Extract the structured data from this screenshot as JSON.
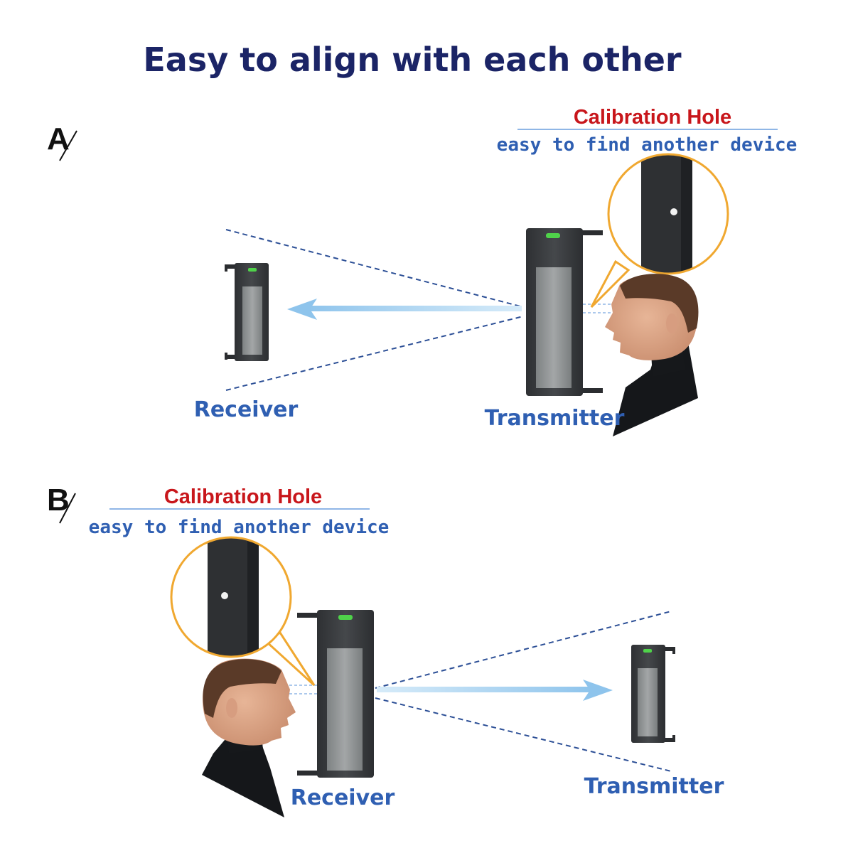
{
  "title": "Easy to align with each other",
  "colors": {
    "title": "#1b2466",
    "callout_title": "#c8161b",
    "callout_sub": "#2f5fb2",
    "device_label": "#2f5fb2",
    "device_body": "#3c3f42",
    "device_panel": "#8d9091",
    "led": "#4fd34a",
    "beam": "#a9d3f0",
    "dashed_line": "#2c4f96",
    "callout_ring": "#f0a830"
  },
  "sections": [
    {
      "letter": "A",
      "callout": {
        "title": "Calibration Hole",
        "subtitle": "easy to find another device"
      },
      "receiver_label": "Receiver",
      "transmitter_label": "Transmitter"
    },
    {
      "letter": "B",
      "callout": {
        "title": "Calibration Hole",
        "subtitle": "easy to find another device"
      },
      "receiver_label": "Receiver",
      "transmitter_label": "Transmitter"
    }
  ]
}
